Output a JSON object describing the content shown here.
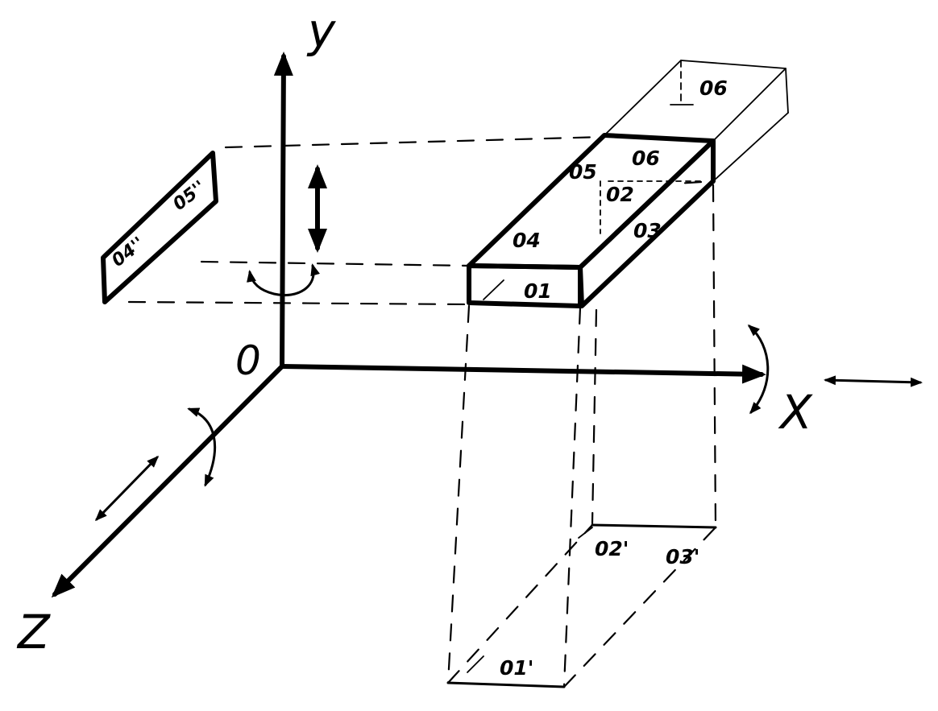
{
  "axes": {
    "x": "X",
    "y": "y",
    "z": "Z",
    "origin": "0"
  },
  "faces": {
    "f01": "01",
    "f02": "02",
    "f03": "03",
    "f04": "04",
    "f05": "05",
    "f06": "06",
    "top_back": "06",
    "proj_01": "01'",
    "proj_02": "02'",
    "proj_03": "03'",
    "side_04": "04''",
    "side_05": "05''"
  },
  "colors": {
    "ink": "#000000",
    "paper": "#ffffff"
  }
}
